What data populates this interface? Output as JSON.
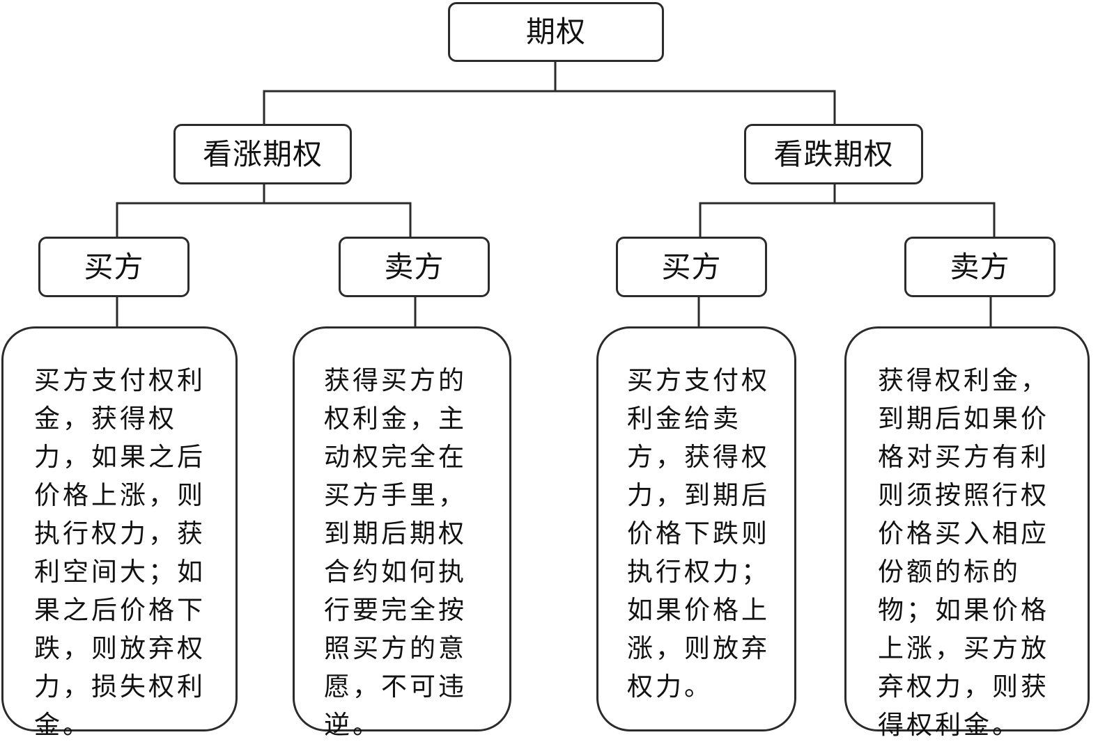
{
  "root": {
    "label": "期权"
  },
  "branches": [
    {
      "label": "看涨期权",
      "parties": [
        {
          "label": "买方",
          "description": "买方支付权利金，获得权力，如果之后价格上涨，则执行权力，获利空间大；如果之后价格下跌，则放弃权力，损失权利金。"
        },
        {
          "label": "卖方",
          "description": "获得买方的权利金，主动权完全在买方手里，到期后期权合约如何执行要完全按照买方的意愿，不可违逆。"
        }
      ]
    },
    {
      "label": "看跌期权",
      "parties": [
        {
          "label": "买方",
          "description": "买方支付权利金给卖方，获得权力，到期后价格下跌则执行权力；如果价格上涨，则放弃权力。"
        },
        {
          "label": "卖方",
          "description": "获得权利金，到期后如果价格对买方有利则须按照行权价格买入相应份额的标的物；如果价格上涨，买方放弃权力，则获得权利金。"
        }
      ]
    }
  ]
}
